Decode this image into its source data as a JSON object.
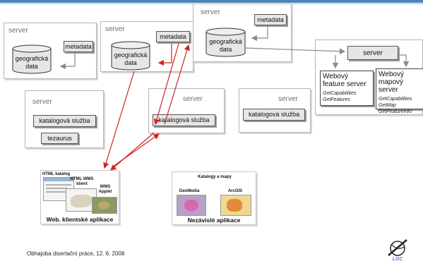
{
  "servers": {
    "s1": {
      "label": "server",
      "metadata": "metadata",
      "data": [
        "geografická",
        "data"
      ]
    },
    "s2": {
      "label": "server",
      "metadata": "metadata",
      "data": [
        "geografická",
        "data"
      ]
    },
    "s3": {
      "label": "server",
      "metadata": "metadata",
      "data": [
        "geografická",
        "data"
      ]
    },
    "ows": {
      "label": "server",
      "wfs": {
        "title": [
          "Webový",
          "feature server"
        ],
        "ops": [
          "GetCapabilities",
          "GetFeatures"
        ]
      },
      "wms": {
        "title": [
          "Webový",
          "mapový server"
        ],
        "ops": [
          "GetCapabilities",
          "GetMap",
          "GetFeatureInfo"
        ]
      }
    },
    "cat1": {
      "label": "server",
      "service": "katalogová služba",
      "thesaurus": "tezaurus"
    },
    "cat2": {
      "label": "server",
      "service": "katalogová služba"
    },
    "cat3": {
      "label": "server",
      "service": "katalogová služba"
    }
  },
  "clients": {
    "web": {
      "caption": "Web. klientské aplikace",
      "html_catalog": "HTML katalog",
      "html_wms": [
        "HTML WMS",
        "klient"
      ],
      "wms_applet": [
        "WMS",
        "Applet"
      ]
    },
    "desktop": {
      "caption": "Nezávislé aplikace",
      "heading": "Katalogy a mapy",
      "geomedia": "GeoMedia",
      "arcgis": "ArcGIS"
    }
  },
  "footer": "Obhajoba disertační práce, 12. 6. 2008",
  "logo_text": "LGC",
  "colors": {
    "accent": "#4f82b8",
    "request_arrow": "#d42020",
    "grey_arrow": "#8a8a8a"
  }
}
